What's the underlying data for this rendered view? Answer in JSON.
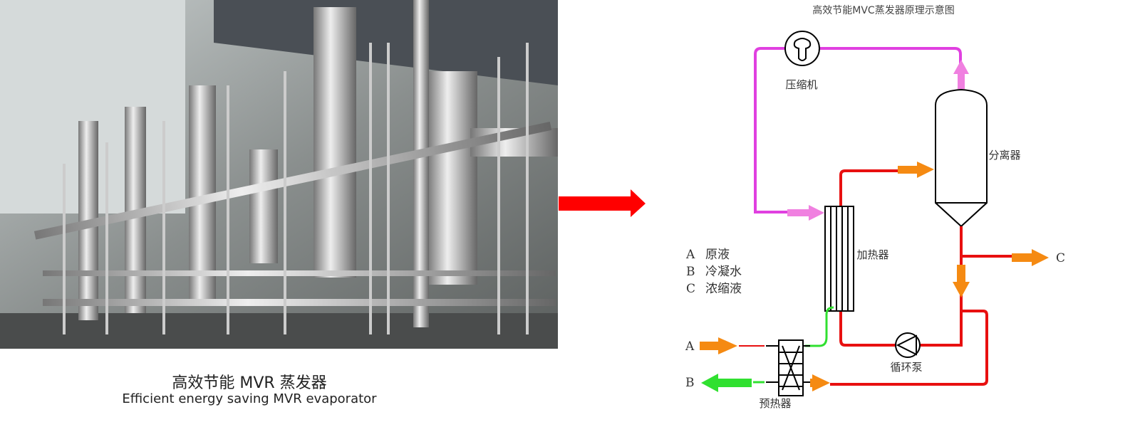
{
  "photo_caption": {
    "chinese": "高效节能 MVR 蒸发器",
    "english": "Efficient energy saving MVR evaporator"
  },
  "diagram": {
    "title": "高效节能MVC蒸发器原理示意图",
    "components": {
      "compressor": "压缩机",
      "separator": "分离器",
      "heater": "加热器",
      "pump": "循环泵",
      "preheater": "预热器"
    },
    "legend": [
      {
        "key": "A",
        "label": "原液"
      },
      {
        "key": "B",
        "label": "冷凝水"
      },
      {
        "key": "C",
        "label": "浓缩液"
      }
    ],
    "ports": {
      "a": "A",
      "b": "B",
      "c": "C"
    }
  },
  "colors": {
    "steam": "#e040e0",
    "liquid": "#e81010",
    "condensate": "#30e030",
    "flow_arrow": "#f58a12",
    "pointer": "#ff0000"
  }
}
